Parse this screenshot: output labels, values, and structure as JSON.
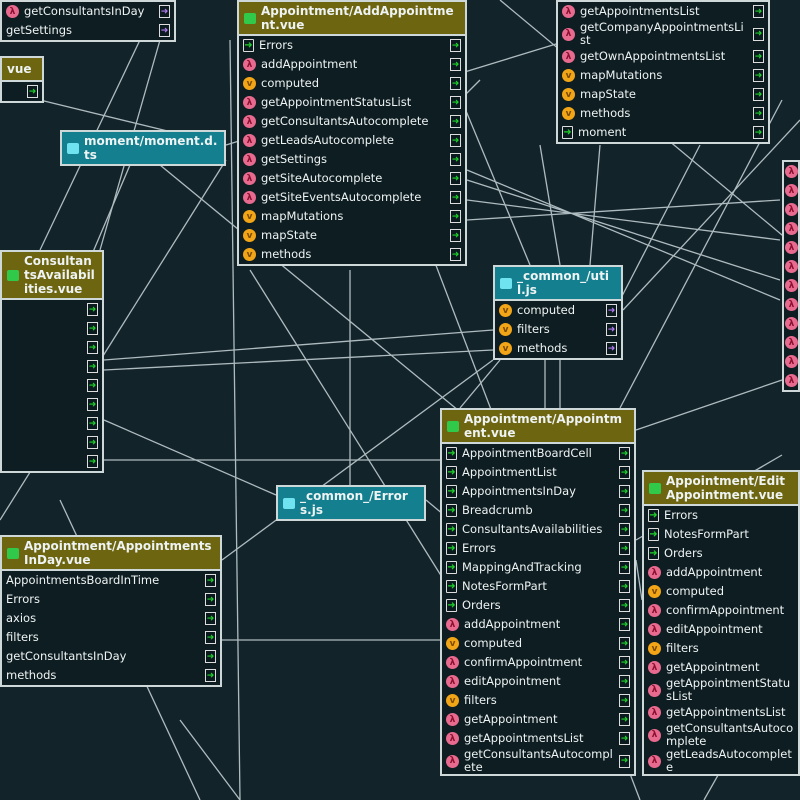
{
  "colors": {
    "background": "#13232a",
    "vue_header": "#6e6510",
    "js_header": "#137f8f",
    "function_icon": "#e86a8e",
    "computed_icon": "#f2a516",
    "component_icon": "#1fd12a"
  },
  "boxes": [
    {
      "id": "top-left",
      "kind": "vue",
      "title": "",
      "rows": [
        {
          "label": "getConsultantsInDay",
          "icon": "fn",
          "right": "pu"
        },
        {
          "label": "getSettings",
          "icon": "none",
          "right": "pu"
        }
      ]
    },
    {
      "id": "small-vue",
      "kind": "vue",
      "title": "vue",
      "rows": [
        {
          "label": "",
          "icon": "none",
          "right": "cm"
        }
      ]
    },
    {
      "id": "moment",
      "kind": "ts",
      "title": "moment/moment.d.ts",
      "rows": []
    },
    {
      "id": "add-appointment",
      "kind": "vue",
      "title": "Appointment/AddAppointment.vue",
      "rows": [
        {
          "label": "Errors",
          "icon": "cm",
          "right": "cm"
        },
        {
          "label": "addAppointment",
          "icon": "fn",
          "right": "cm"
        },
        {
          "label": "computed",
          "icon": "cp",
          "right": "cm"
        },
        {
          "label": "getAppointmentStatusList",
          "icon": "fn",
          "right": "cm"
        },
        {
          "label": "getConsultantsAutocomplete",
          "icon": "fn",
          "right": "cm"
        },
        {
          "label": "getLeadsAutocomplete",
          "icon": "fn",
          "right": "cm"
        },
        {
          "label": "getSettings",
          "icon": "fn",
          "right": "cm"
        },
        {
          "label": "getSiteAutocomplete",
          "icon": "fn",
          "right": "cm"
        },
        {
          "label": "getSiteEventsAutocomplete",
          "icon": "fn",
          "right": "cm"
        },
        {
          "label": "mapMutations",
          "icon": "cp",
          "right": "cm"
        },
        {
          "label": "mapState",
          "icon": "cp",
          "right": "cm"
        },
        {
          "label": "methods",
          "icon": "cp",
          "right": "cm"
        }
      ]
    },
    {
      "id": "top-right",
      "kind": "vue",
      "title": "",
      "rows": [
        {
          "label": "getAppointmentsList",
          "icon": "fn",
          "right": "cm"
        },
        {
          "label": "getCompanyAppointmentsList",
          "icon": "fn",
          "right": "cm"
        },
        {
          "label": "getOwnAppointmentsList",
          "icon": "fn",
          "right": "cm"
        },
        {
          "label": "mapMutations",
          "icon": "cp",
          "right": "cm"
        },
        {
          "label": "mapState",
          "icon": "cp",
          "right": "cm"
        },
        {
          "label": "methods",
          "icon": "cp",
          "right": "cm"
        },
        {
          "label": "moment",
          "icon": "cm",
          "right": "cm"
        }
      ]
    },
    {
      "id": "availabilities",
      "kind": "vue",
      "title": "ConsultantsAvailabilities.vue",
      "rows": [
        {
          "label": "",
          "icon": "none",
          "right": "cm"
        },
        {
          "label": "",
          "icon": "none",
          "right": "cm"
        },
        {
          "label": "",
          "icon": "none",
          "right": "cm"
        },
        {
          "label": "",
          "icon": "none",
          "right": "cm"
        },
        {
          "label": "",
          "icon": "none",
          "right": "cm"
        },
        {
          "label": "",
          "icon": "none",
          "right": "cm"
        },
        {
          "label": "",
          "icon": "none",
          "right": "cm"
        },
        {
          "label": "",
          "icon": "none",
          "right": "cm"
        },
        {
          "label": "",
          "icon": "none",
          "right": "cm"
        }
      ]
    },
    {
      "id": "util",
      "kind": "ts",
      "title": "_common_/util.js",
      "rows": [
        {
          "label": "computed",
          "icon": "cp",
          "right": "pu"
        },
        {
          "label": "filters",
          "icon": "cp",
          "right": "pu"
        },
        {
          "label": "methods",
          "icon": "cp",
          "right": "pu"
        }
      ]
    },
    {
      "id": "errors",
      "kind": "ts",
      "title": "_common_/Errors.js",
      "rows": []
    },
    {
      "id": "appointment",
      "kind": "vue",
      "title": "Appointment/Appointment.vue",
      "rows": [
        {
          "label": "AppointmentBoardCell",
          "icon": "cm",
          "right": "cm"
        },
        {
          "label": "AppointmentList",
          "icon": "cm",
          "right": "cm"
        },
        {
          "label": "AppointmentsInDay",
          "icon": "cm",
          "right": "cm"
        },
        {
          "label": "Breadcrumb",
          "icon": "cm",
          "right": "cm"
        },
        {
          "label": "ConsultantsAvailabilities",
          "icon": "cm",
          "right": "cm"
        },
        {
          "label": "Errors",
          "icon": "cm",
          "right": "cm"
        },
        {
          "label": "MappingAndTracking",
          "icon": "cm",
          "right": "cm"
        },
        {
          "label": "NotesFormPart",
          "icon": "cm",
          "right": "cm"
        },
        {
          "label": "Orders",
          "icon": "cm",
          "right": "cm"
        },
        {
          "label": "addAppointment",
          "icon": "fn",
          "right": "cm"
        },
        {
          "label": "computed",
          "icon": "cp",
          "right": "cm"
        },
        {
          "label": "confirmAppointment",
          "icon": "fn",
          "right": "cm"
        },
        {
          "label": "editAppointment",
          "icon": "fn",
          "right": "cm"
        },
        {
          "label": "filters",
          "icon": "cp",
          "right": "cm"
        },
        {
          "label": "getAppointment",
          "icon": "fn",
          "right": "cm"
        },
        {
          "label": "getAppointmentsList",
          "icon": "fn",
          "right": "cm"
        },
        {
          "label": "getConsultantsAutocomplete",
          "icon": "fn",
          "right": "cm"
        }
      ]
    },
    {
      "id": "appointments-in-day",
      "kind": "vue",
      "title": "Appointment/AppointmentsInDay.vue",
      "rows": [
        {
          "label": "AppointmentsBoardInTime",
          "icon": "none",
          "right": "cm"
        },
        {
          "label": "Errors",
          "icon": "none",
          "right": "cm"
        },
        {
          "label": "axios",
          "icon": "none",
          "right": "cm"
        },
        {
          "label": "filters",
          "icon": "none",
          "right": "cm"
        },
        {
          "label": "getConsultantsInDay",
          "icon": "none",
          "right": "cm"
        },
        {
          "label": "methods",
          "icon": "none",
          "right": "cm"
        }
      ]
    },
    {
      "id": "edit-appointment",
      "kind": "vue",
      "title": "Appointment/EditAppointment.vue",
      "rows": [
        {
          "label": "Errors",
          "icon": "cm",
          "right": "none"
        },
        {
          "label": "NotesFormPart",
          "icon": "cm",
          "right": "none"
        },
        {
          "label": "Orders",
          "icon": "cm",
          "right": "none"
        },
        {
          "label": "addAppointment",
          "icon": "fn",
          "right": "none"
        },
        {
          "label": "computed",
          "icon": "cp",
          "right": "none"
        },
        {
          "label": "confirmAppointment",
          "icon": "fn",
          "right": "none"
        },
        {
          "label": "editAppointment",
          "icon": "fn",
          "right": "none"
        },
        {
          "label": "filters",
          "icon": "cp",
          "right": "none"
        },
        {
          "label": "getAppointment",
          "icon": "fn",
          "right": "none"
        },
        {
          "label": "getAppointmentStatusList",
          "icon": "fn",
          "right": "none"
        },
        {
          "label": "getAppointmentsList",
          "icon": "fn",
          "right": "none"
        },
        {
          "label": "getConsultantsAutocomplete",
          "icon": "fn",
          "right": "none"
        },
        {
          "label": "getLeadsAutocomplete",
          "icon": "fn",
          "right": "none"
        }
      ]
    },
    {
      "id": "right-edge",
      "kind": "vue",
      "title": "",
      "rows": [
        {
          "label": "",
          "icon": "fn",
          "right": "none"
        },
        {
          "label": "",
          "icon": "fn",
          "right": "none"
        },
        {
          "label": "",
          "icon": "fn",
          "right": "none"
        },
        {
          "label": "",
          "icon": "fn",
          "right": "none"
        },
        {
          "label": "",
          "icon": "fn",
          "right": "none"
        },
        {
          "label": "",
          "icon": "fn",
          "right": "none"
        },
        {
          "label": "",
          "icon": "fn",
          "right": "none"
        },
        {
          "label": "",
          "icon": "fn",
          "right": "none"
        },
        {
          "label": "",
          "icon": "fn",
          "right": "none"
        },
        {
          "label": "",
          "icon": "fn",
          "right": "none"
        },
        {
          "label": "",
          "icon": "fn",
          "right": "none"
        },
        {
          "label": "",
          "icon": "fn",
          "right": "none"
        }
      ]
    }
  ]
}
